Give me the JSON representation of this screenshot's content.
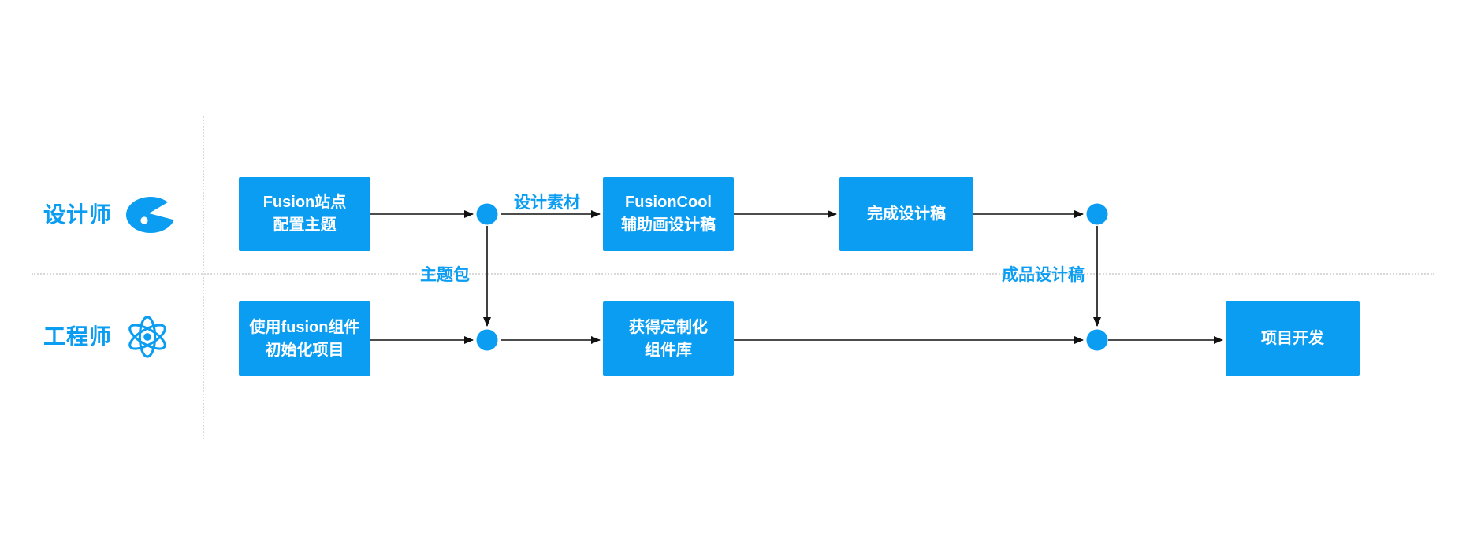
{
  "diagram": {
    "colors": {
      "accent": "#0a9df2",
      "line": "#111111",
      "separator": "#d9d9d9",
      "node_text": "#ffffff",
      "background": "#ffffff"
    },
    "lanes": [
      {
        "label": "设计师",
        "icon": "palette-icon"
      },
      {
        "label": "工程师",
        "icon": "atom-icon"
      }
    ],
    "nodes": [
      {
        "id": "fusion-site-config-theme",
        "line1": "Fusion站点",
        "line2": "配置主题"
      },
      {
        "id": "fusioncool-assist-design",
        "line1": "FusionCool",
        "line2": "辅助画设计稿"
      },
      {
        "id": "finish-design-draft",
        "line1": "完成设计稿"
      },
      {
        "id": "init-project-with-fusion",
        "line1": "使用fusion组件",
        "line2": "初始化项目"
      },
      {
        "id": "get-customized-component-lib",
        "line1": "获得定制化",
        "line2": "组件库"
      },
      {
        "id": "project-development",
        "line1": "项目开发"
      }
    ],
    "edge_labels": {
      "design_assets": "设计素材",
      "theme_package": "主题包",
      "final_design": "成品设计稿"
    }
  }
}
